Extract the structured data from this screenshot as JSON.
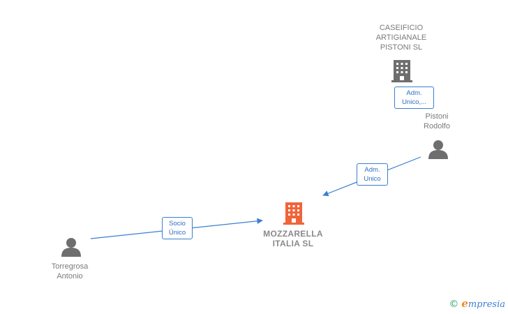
{
  "nodes": {
    "mozzarella": {
      "label": "MOZZARELLA\nITALIA  SL",
      "type": "company",
      "color": "#f0643a"
    },
    "caseificio": {
      "label": "CASEIFICIO\nARTIGIANALE\nPISTONI  SL",
      "type": "company",
      "color": "#6e6e6e"
    },
    "pistoni": {
      "label": "Pistoni\nRodolfo",
      "type": "person",
      "color": "#6e6e6e"
    },
    "torregrosa": {
      "label": "Torregrosa\nAntonio",
      "type": "person",
      "color": "#6e6e6e"
    }
  },
  "edges": {
    "caseificio_pistoni": {
      "label": "Adm.\nUnico,..."
    },
    "pistoni_mozzarella": {
      "label": "Adm.\nUnico"
    },
    "torregrosa_mozzarella": {
      "label": "Socio\nÚnico"
    }
  },
  "colors": {
    "edge": "#3a7fd0"
  },
  "branding": {
    "copyright": "©",
    "brand_initial": "e",
    "brand_rest": "mpresia"
  }
}
